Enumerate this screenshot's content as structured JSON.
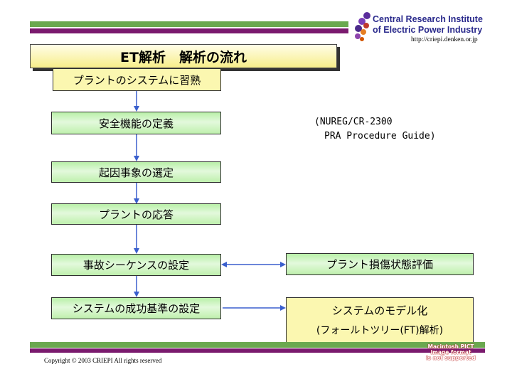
{
  "header": {
    "org_line1": "Central Research Institute",
    "org_line2": "of Electric Power Industry",
    "url": "http://criepi.denken.or.jp"
  },
  "title": "ET解析　解析の流れ",
  "steps": [
    "プラントのシステムに習熟",
    "安全機能の定義",
    "起因事象の選定",
    "プラントの応答",
    "事故シーケンスの設定",
    "システムの成功基準の設定"
  ],
  "reference": {
    "line1": "(NUREG/CR-2300",
    "line2": "PRA Procedure Guide)"
  },
  "side_boxes": {
    "damage_eval": "プラント損傷状態評価",
    "model_line1": "システムのモデル化",
    "model_line2": "(フォールトツリー(FT)解析)"
  },
  "footer": {
    "copyright": "Copyright © 2003 CRIEPI All rights reserved",
    "pict_line1": "Macintosh PICT",
    "pict_line2": "image format",
    "pict_line3": "is not supported"
  },
  "colors": {
    "band_green": "#6aa84f",
    "band_purple": "#7a1a6e",
    "arrow": "#3a5fcd"
  }
}
